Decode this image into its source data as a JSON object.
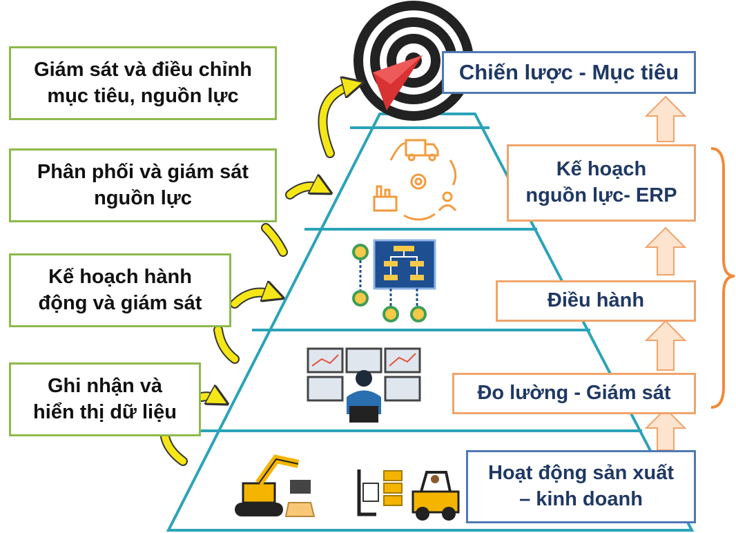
{
  "left_steps": [
    {
      "text": "Giám sát và điều chỉnh\nmục tiêu, nguồn lực"
    },
    {
      "text": "Phân phối và giám sát\nnguồn lực"
    },
    {
      "text": "Kế hoạch hành\nđộng và giám sát"
    },
    {
      "text": "Ghi nhận và\nhiển thị dữ liệu"
    }
  ],
  "right_levels": {
    "strategy": "Chiến lược - Mục tiêu",
    "erp": "Kế hoạch\nnguồn lực- ERP",
    "operation": "Điều hành",
    "measure": "Đo lường - Giám sát",
    "production": "Hoạt động sản xuất\n– kinh doanh"
  },
  "icons": [
    "target-icon",
    "supply-cycle-icon",
    "flowchart-network-icon",
    "monitoring-screens-icon",
    "robot-arm-icon",
    "warehouse-shelf-icon",
    "forklift-icon"
  ],
  "colors": {
    "pyramid_line": "#2aa3b8",
    "green_border": "#8db94a",
    "blue_border": "#4e78b5",
    "orange_border": "#f0a36b",
    "arrow_fill": "#fde4cf",
    "curve_arrow": "#f5e617",
    "bracket": "#f08a3a"
  }
}
